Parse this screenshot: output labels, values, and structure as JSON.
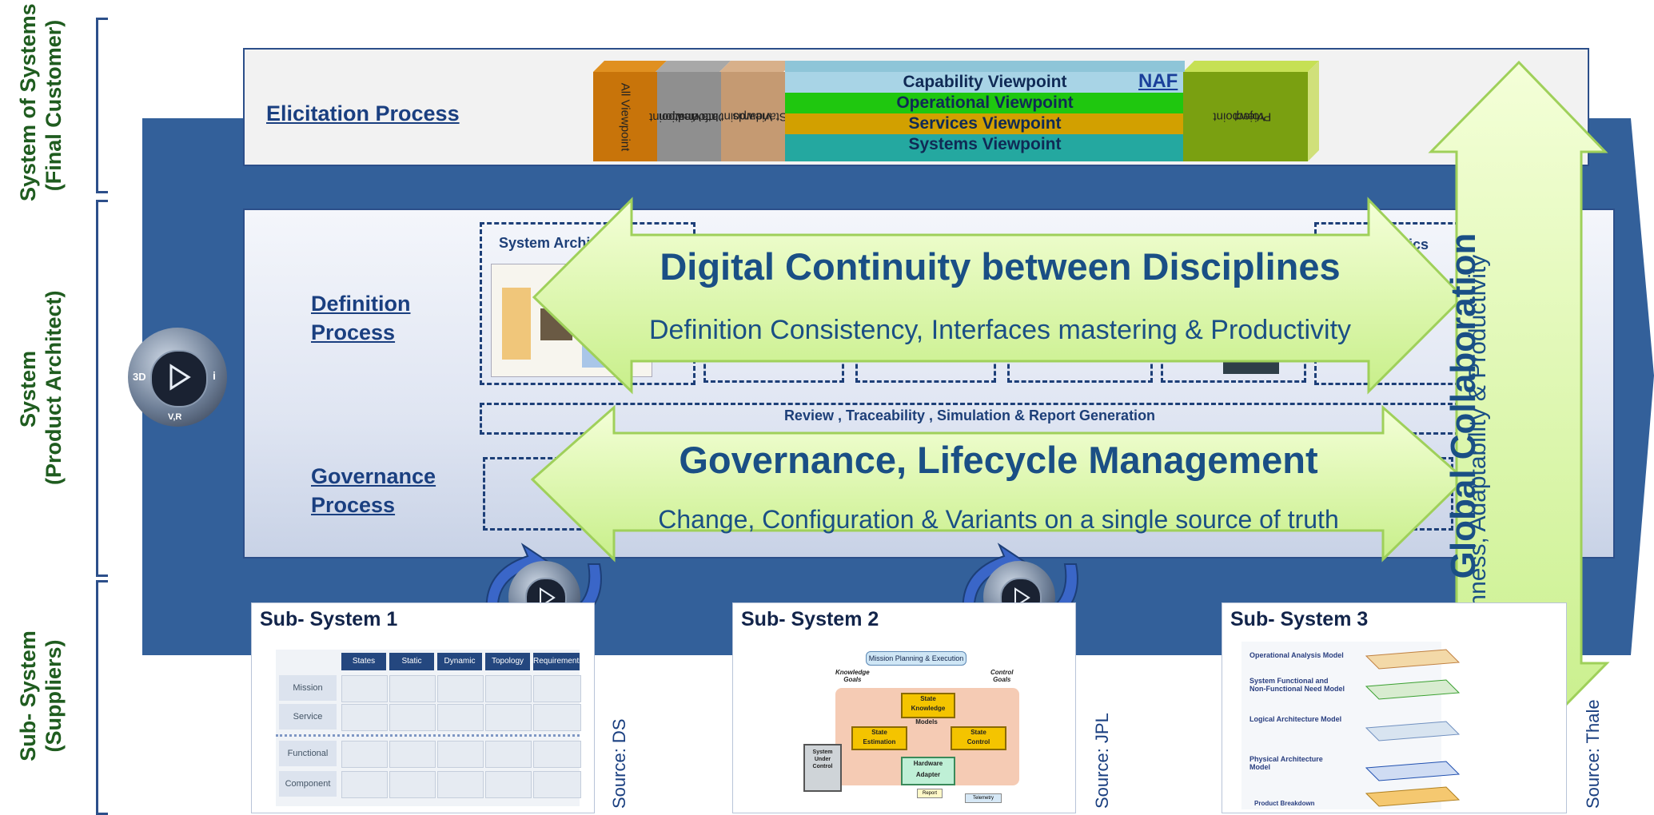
{
  "left_labels": {
    "sos": {
      "line1": "System of Systems",
      "line2": "(Final Customer)"
    },
    "system": {
      "line1": "System",
      "line2": "(Product Architect)"
    },
    "subsystem": {
      "line1": "Sub- System",
      "line2": "(Suppliers)"
    }
  },
  "processes": {
    "elicitation": "Elicitation Process",
    "definition_1": "Definition",
    "definition_2": "Process",
    "governance_1": "Governance",
    "governance_2": "Process"
  },
  "naf": {
    "all_viewpoint": "All Viewpoint",
    "data_info_line1": "Data and",
    "data_info_line2": "Information",
    "data_info_line3": "Viewpoint",
    "standards_line1": "Standards",
    "standards_line2": "Viewpoint",
    "capability": "Capability Viewpoint",
    "operational": "Operational Viewpoint",
    "services": "Services Viewpoint",
    "systems": "Systems Viewpoint",
    "naf_label": "NAF",
    "project_line1": "Project",
    "project_line2": "Viewpoint",
    "colors": {
      "all": "#c8740a",
      "data": "#8f8f8f",
      "standards": "#c59a72",
      "capability": "#a8d4e6",
      "operational": "#1fc70f",
      "services": "#d2a000",
      "systems": "#24a8a0",
      "project": "#7aa011"
    }
  },
  "definition_row": {
    "system_arch": "System Archi",
    "partial_right": "ics"
  },
  "review_bar": "Review , Traceability , Simulation & Report Generation",
  "arrows": {
    "digital_title": "Digital Continuity between Disciplines",
    "digital_sub": "Definition Consistency, Interfaces mastering & Productivity",
    "governance_title": "Governance, Lifecycle Management",
    "governance_sub": "Change, Configuration & Variants on a single source of truth",
    "global_title": "Global Collaboration",
    "global_sub": "Openness,  Adaptability & Productivity"
  },
  "logo": {
    "left": "3D",
    "right": "i",
    "bottom": "V,R"
  },
  "subsystems": [
    {
      "title": "Sub- System 1",
      "source": "Source: DS"
    },
    {
      "title": "Sub- System 2",
      "source": "Source: JPL"
    },
    {
      "title": "Sub- System 3",
      "source": "Source: Thale"
    }
  ],
  "ss1_grid": {
    "headers": [
      "States",
      "Static",
      "Dynamic",
      "Topology",
      "Requirements"
    ],
    "rows": [
      "Mission",
      "Service",
      "Functional",
      "Component"
    ]
  },
  "ss2_diagram": {
    "top": "Mission Planning & Execution",
    "knowledge_line1": "Knowledge",
    "knowledge_line2": "Goals",
    "control_line1": "Control",
    "control_line2": "Goals",
    "state_knowledge_1": "State",
    "state_knowledge_2": "Knowledge",
    "models": "Models",
    "state_estimation_1": "State",
    "state_estimation_2": "Estimation",
    "state_control_1": "State",
    "state_control_2": "Control",
    "suc_line1": "System",
    "suc_line2": "Under",
    "suc_line3": "Control",
    "hardware_1": "Hardware",
    "hardware_2": "Adapter",
    "report": "Report",
    "telemetry": "Telemetry"
  },
  "ss3_layers": {
    "operational": "Operational Analysis Model",
    "functional_line1": "System Functional and",
    "functional_line2": "Non-Functional Need Model",
    "logical": "Logical Architecture Model",
    "physical_line1": "Physical Architecture",
    "physical_line2": "Model",
    "product": "Product Breakdown"
  }
}
